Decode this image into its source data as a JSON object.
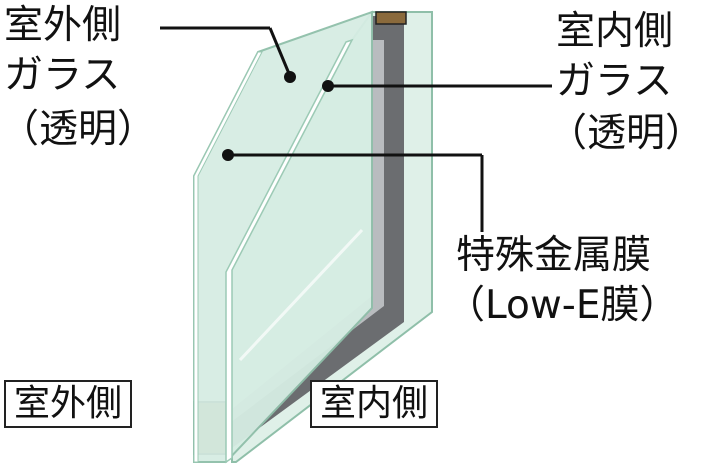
{
  "labels": {
    "outer_glass": {
      "line1": "室外側",
      "line2": "ガラス",
      "line3": "（透明）"
    },
    "inner_glass": {
      "line1": "室内側",
      "line2": "ガラス",
      "line3": "（透明）"
    },
    "coating": {
      "line1": "特殊金属膜",
      "line2": "（Low-E膜）"
    }
  },
  "side_labels": {
    "outdoor": "室外側",
    "indoor": "室内側"
  },
  "colors": {
    "glass": "#d6ede3",
    "glass_edge": "#8fbfa9",
    "frame_dark": "#6b6d70",
    "frame_light": "#b9bcbf",
    "spacer": "#8a6a3c",
    "leader": "#111111"
  }
}
